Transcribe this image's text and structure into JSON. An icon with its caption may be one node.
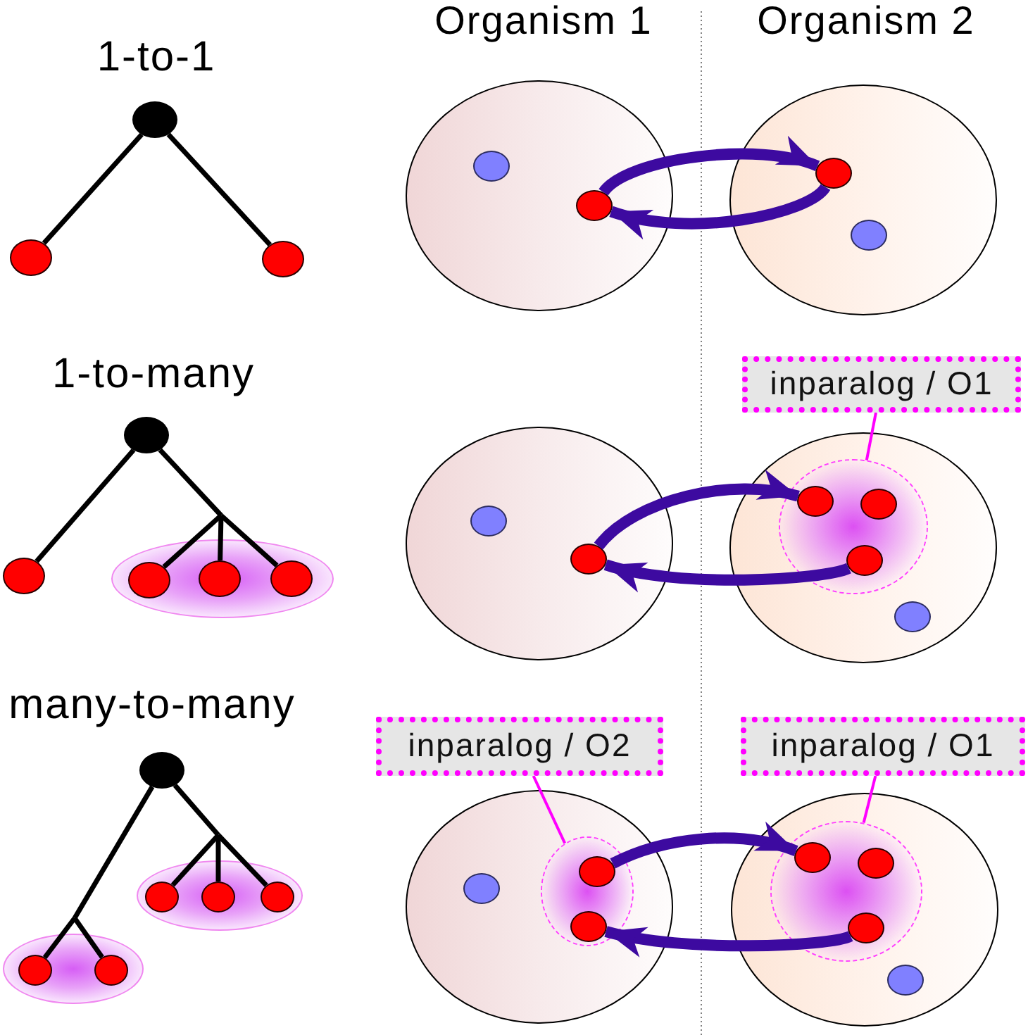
{
  "diagram": {
    "nodes": [
      {
        "text": [],
        "shape": "ellipse"
      },
      {
        "text": [],
        "shape": "ellipse"
      },
      {
        "text": [],
        "shape": "ellipse"
      },
      {
        "text": [],
        "shape": "ellipse"
      },
      {
        "text": [],
        "shape": "ellipse",
        "in": 3
      },
      {
        "text": [],
        "shape": "ellipse",
        "in": 3
      },
      {
        "text": [],
        "shape": "ellipse"
      },
      {
        "text": [],
        "shape": "ellipse",
        "in": 6
      },
      {
        "text": [],
        "shape": "ellipse",
        "in": 6
      },
      {
        "text": [],
        "shape": "ellipse"
      },
      {
        "text": [],
        "shape": "ellipse"
      },
      {
        "text": [],
        "shape": "ellipse"
      },
      {
        "text": [],
        "shape": "ellipse",
        "in": 11
      },
      {
        "text": [],
        "shape": "ellipse",
        "in": 11
      },
      {
        "text": [],
        "shape": "ellipse",
        "in": 11
      },
      {
        "text": [],
        "shape": "ellipse"
      },
      {
        "text": [],
        "shape": "ellipse",
        "in": 15
      },
      {
        "text": [],
        "shape": "ellipse",
        "in": 15
      },
      {
        "text": [
          "inparalog / O1"
        ]
      },
      {
        "text": [],
        "shape": "ellipse"
      },
      {
        "text": [],
        "shape": "ellipse",
        "in": 19
      },
      {
        "text": [],
        "shape": "ellipse",
        "in": 20
      },
      {
        "text": [],
        "shape": "ellipse",
        "in": 20
      },
      {
        "text": [],
        "shape": "ellipse",
        "in": 20
      },
      {
        "text": [],
        "shape": "ellipse",
        "in": 19
      },
      {
        "text": [],
        "shape": "ellipse"
      },
      {
        "text": [],
        "shape": "ellipse"
      },
      {
        "text": [],
        "shape": "ellipse",
        "in": 26
      },
      {
        "text": [],
        "shape": "ellipse",
        "in": 26
      },
      {
        "text": [],
        "shape": "ellipse",
        "in": 26
      },
      {
        "text": [],
        "shape": "ellipse"
      },
      {
        "text": [],
        "shape": "ellipse",
        "in": 30
      },
      {
        "text": [],
        "shape": "ellipse",
        "in": 30
      },
      {
        "text": [
          "inparalog / O2"
        ]
      },
      {
        "text": [
          "inparalog / O1"
        ]
      },
      {
        "text": [],
        "shape": "ellipse"
      },
      {
        "text": [],
        "shape": "ellipse",
        "in": 35
      },
      {
        "text": [],
        "shape": "ellipse",
        "in": 35
      },
      {
        "text": [],
        "shape": "ellipse",
        "in": 37
      },
      {
        "text": [],
        "shape": "ellipse",
        "in": 37
      },
      {
        "text": [],
        "shape": "ellipse"
      },
      {
        "text": [],
        "shape": "ellipse",
        "in": 40
      },
      {
        "text": [],
        "shape": "ellipse",
        "in": 41
      },
      {
        "text": [],
        "shape": "ellipse",
        "in": 41
      },
      {
        "text": [],
        "shape": "ellipse",
        "in": 41
      },
      {
        "text": [],
        "shape": "ellipse",
        "in": 40
      }
    ],
    "edges": [
      {
        "from": 0,
        "to": 1,
        "arrow": "none"
      },
      {
        "from": 0,
        "to": 2,
        "arrow": "none"
      },
      {
        "from": 5,
        "to": 7,
        "arrow": "to",
        "style": "thick",
        "color": "#3d0aa0"
      },
      {
        "from": 7,
        "to": 5,
        "arrow": "to",
        "style": "thick",
        "color": "#3d0aa0"
      },
      {
        "from": 9,
        "to": 10,
        "arrow": "none"
      },
      {
        "from": 9,
        "to": 12,
        "arrow": "none"
      },
      {
        "from": 9,
        "to": 13,
        "arrow": "none"
      },
      {
        "from": 9,
        "to": 14,
        "arrow": "none"
      },
      {
        "from": 17,
        "to": 21,
        "arrow": "to",
        "style": "thick",
        "color": "#3d0aa0"
      },
      {
        "from": 23,
        "to": 17,
        "arrow": "to",
        "style": "thick",
        "color": "#3d0aa0"
      },
      {
        "from": 18,
        "to": 20,
        "arrow": "none",
        "color": "#ff00ff"
      },
      {
        "from": 25,
        "to": 27,
        "arrow": "none"
      },
      {
        "from": 25,
        "to": 28,
        "arrow": "none"
      },
      {
        "from": 25,
        "to": 29,
        "arrow": "none"
      },
      {
        "from": 25,
        "to": 31,
        "arrow": "none"
      },
      {
        "from": 25,
        "to": 32,
        "arrow": "none"
      },
      {
        "from": 33,
        "to": 37,
        "arrow": "none",
        "color": "#ff00ff"
      },
      {
        "from": 34,
        "to": 41,
        "arrow": "none",
        "color": "#ff00ff"
      },
      {
        "from": 38,
        "to": 42,
        "arrow": "to",
        "style": "thick",
        "color": "#3d0aa0"
      },
      {
        "from": 44,
        "to": 39,
        "arrow": "to",
        "style": "thick",
        "color": "#3d0aa0"
      }
    ],
    "labels": [
      "Organism 1",
      "Organism 2",
      "1-to-1",
      "1-to-many",
      "many-to-many"
    ]
  }
}
